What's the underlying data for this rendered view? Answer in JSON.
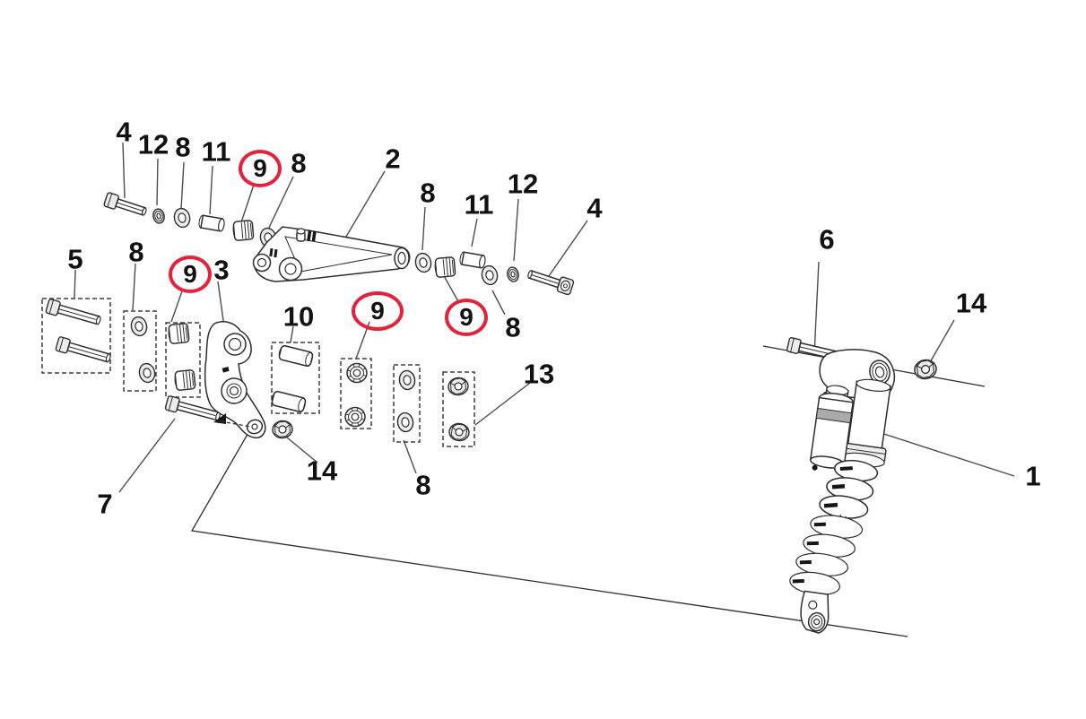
{
  "colors": {
    "ring": "#e4233b",
    "ink": "#2e2e2e",
    "soft": "#4d4d4d"
  },
  "callouts": [
    {
      "label": "4",
      "circled": false
    },
    {
      "label": "12",
      "circled": false
    },
    {
      "label": "8",
      "circled": false
    },
    {
      "label": "11",
      "circled": false
    },
    {
      "label": "9",
      "circled": true
    },
    {
      "label": "8",
      "circled": false
    },
    {
      "label": "2",
      "circled": false
    },
    {
      "label": "8",
      "circled": false
    },
    {
      "label": "11",
      "circled": false
    },
    {
      "label": "12",
      "circled": false
    },
    {
      "label": "4",
      "circled": false
    },
    {
      "label": "9",
      "circled": true
    },
    {
      "label": "8",
      "circled": false
    },
    {
      "label": "5",
      "circled": false
    },
    {
      "label": "8",
      "circled": false
    },
    {
      "label": "9",
      "circled": true
    },
    {
      "label": "3",
      "circled": false
    },
    {
      "label": "10",
      "circled": false
    },
    {
      "label": "9",
      "circled": true
    },
    {
      "label": "14",
      "circled": false
    },
    {
      "label": "8",
      "circled": false
    },
    {
      "label": "13",
      "circled": false
    },
    {
      "label": "7",
      "circled": false
    },
    {
      "label": "6",
      "circled": false
    },
    {
      "label": "14",
      "circled": false
    },
    {
      "label": "1",
      "circled": false
    }
  ]
}
